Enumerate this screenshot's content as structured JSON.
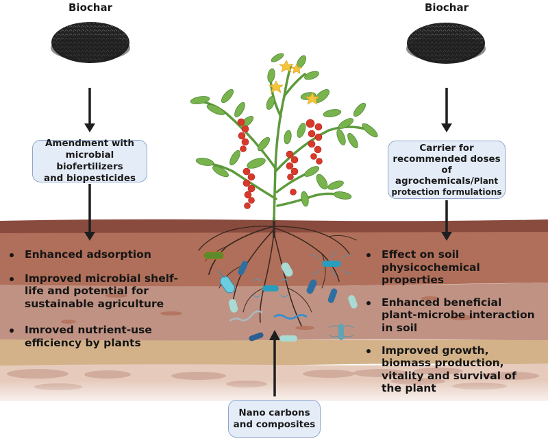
{
  "left_column": {
    "source_label": "Biochar",
    "source_icon": "biochar-pile-icon",
    "box": {
      "lines": [
        "Amendment with",
        "microbial biofertilizers",
        "and biopesticides"
      ]
    },
    "bullets": [
      "Enhanced adsorption",
      "Improved microbial shelf-life and potential for sustainable agriculture",
      "Imroved nutrient-use efficiency by plants"
    ]
  },
  "right_column": {
    "source_label": "Biochar",
    "source_icon": "biochar-pile-icon",
    "box": {
      "lines": [
        "Carrier for",
        "recommended doses of",
        "agrochemicals/"
      ],
      "small_lines": [
        "Plant",
        "protection formulations"
      ]
    },
    "bullets": [
      "Effect on soil physicochemical properties",
      "Enhanced beneficial plant-microbe interaction in soil",
      "Improved growth, biomass production, vitality and survival of the plant"
    ]
  },
  "center": {
    "plant_icon": "tomato-plant-icon",
    "roots_icon": "roots-icon",
    "microbes_icon": "soil-bacteria-icon",
    "bottom_box": {
      "lines": [
        "Nano carbons",
        "and composites"
      ]
    }
  },
  "colors": {
    "soil_top": "#8a4b3f",
    "soil_layer1": "#b06f5a",
    "soil_layer2": "#c09283",
    "soil_layer3": "#d3b28a",
    "soil_layer4": "#e6cbbd",
    "box_fill": "#e4ecf8",
    "box_border": "#8fa6c9",
    "leaf": "#6fae4a",
    "tomato": "#d9392a",
    "flower": "#f3c53a"
  }
}
